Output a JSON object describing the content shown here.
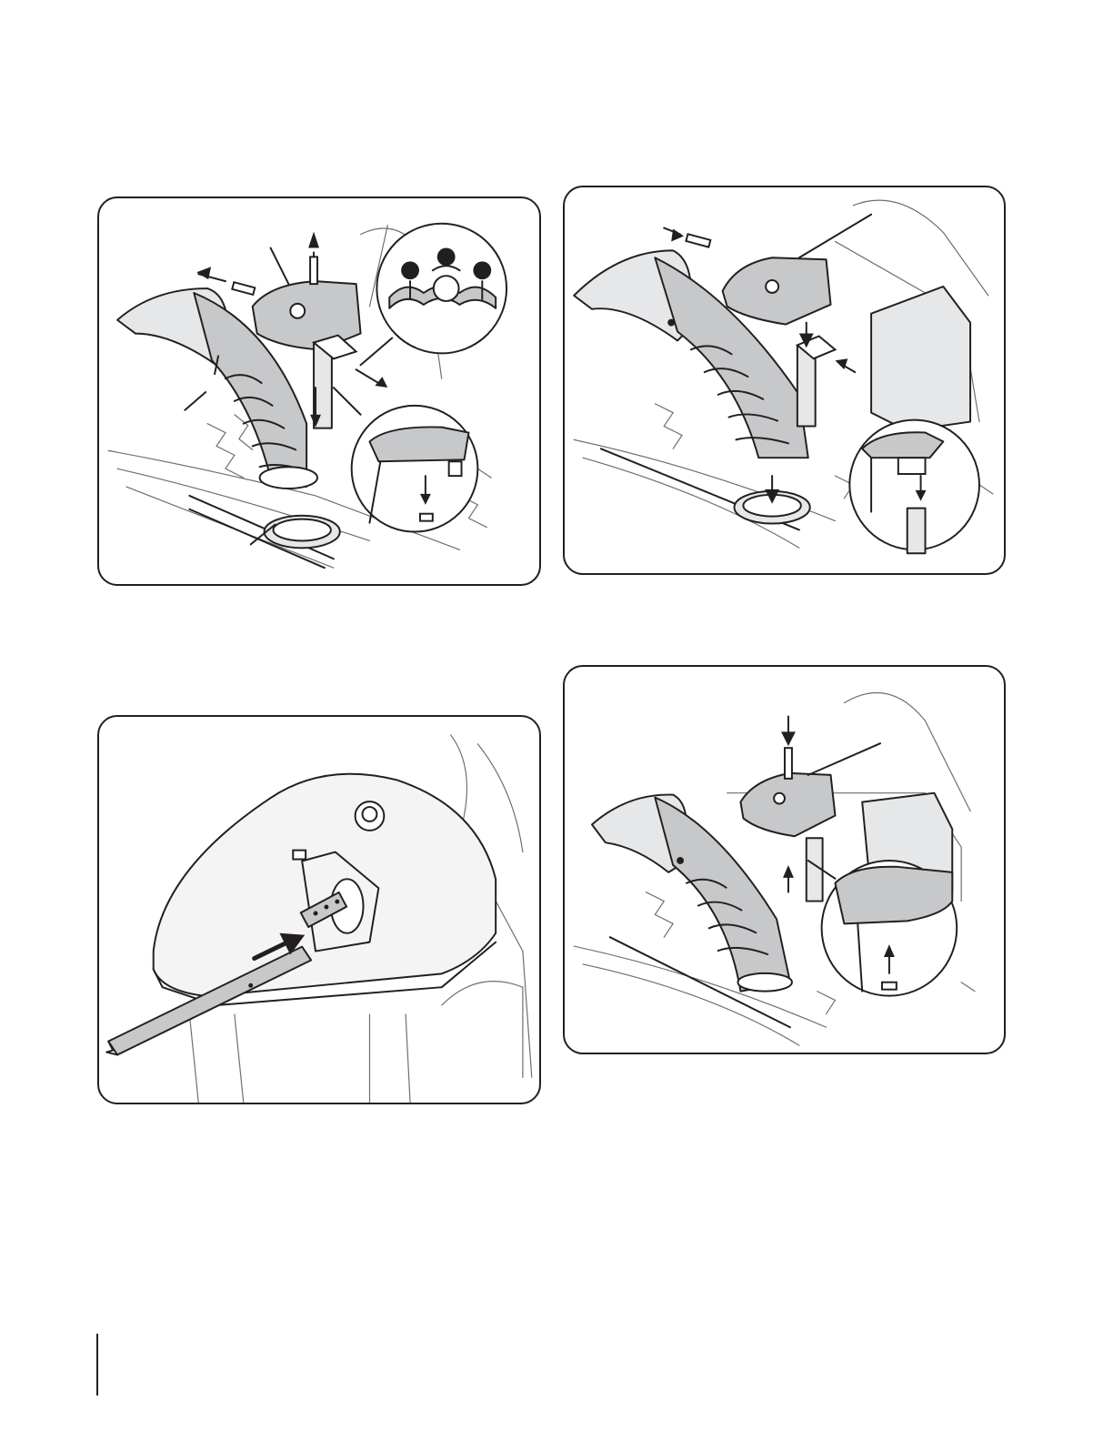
{
  "figures": [
    {
      "id": "chute-removal",
      "icons": [
        "chute-assembly-icon",
        "chute-cap-icon",
        "shear-pin-icon",
        "bracket-detail-icon",
        "flange-keeper-icon"
      ]
    },
    {
      "id": "chute-placement",
      "icons": [
        "chute-assembly-icon",
        "chute-cap-icon",
        "clevis-pin-icon",
        "bracket-detail-icon"
      ]
    },
    {
      "id": "control-rod-insertion",
      "icons": [
        "chute-cap-icon",
        "control-rod-icon",
        "insert-arrow-icon"
      ]
    },
    {
      "id": "chute-fastening",
      "icons": [
        "chute-assembly-icon",
        "chute-cap-icon",
        "bolt-icon",
        "bracket-detail-icon"
      ]
    }
  ],
  "colors": {
    "line": "#231f20",
    "shade": "#c7c8ca",
    "light_shade": "#e6e7e8"
  }
}
